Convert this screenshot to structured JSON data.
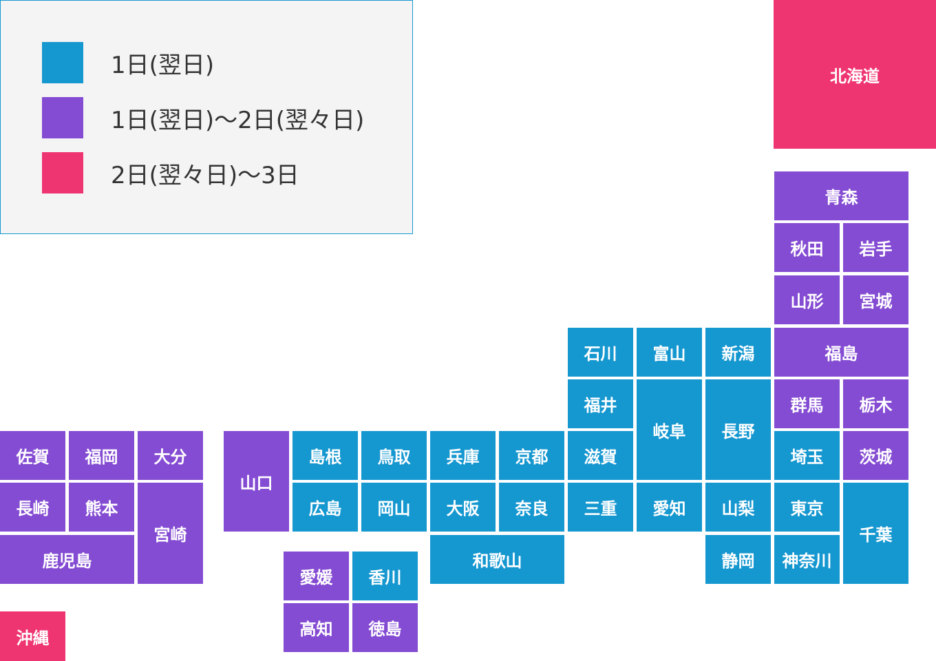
{
  "legend": [
    {
      "label": "1日(翌日)",
      "color": "#1597d0"
    },
    {
      "label": "1日(翌日)〜2日(翌々日)",
      "color": "#844bd3"
    },
    {
      "label": "2日(翌々日)〜3日",
      "color": "#ef3472"
    }
  ],
  "prefectures": [
    {
      "name": "北海道",
      "category": 3
    },
    {
      "name": "青森",
      "category": 2
    },
    {
      "name": "秋田",
      "category": 2
    },
    {
      "name": "岩手",
      "category": 2
    },
    {
      "name": "山形",
      "category": 2
    },
    {
      "name": "宮城",
      "category": 2
    },
    {
      "name": "石川",
      "category": 1
    },
    {
      "name": "富山",
      "category": 1
    },
    {
      "name": "新潟",
      "category": 1
    },
    {
      "name": "福島",
      "category": 2
    },
    {
      "name": "福井",
      "category": 1
    },
    {
      "name": "岐阜",
      "category": 1
    },
    {
      "name": "長野",
      "category": 1
    },
    {
      "name": "群馬",
      "category": 2
    },
    {
      "name": "栃木",
      "category": 2
    },
    {
      "name": "佐賀",
      "category": 2
    },
    {
      "name": "福岡",
      "category": 2
    },
    {
      "name": "大分",
      "category": 2
    },
    {
      "name": "山口",
      "category": 2
    },
    {
      "name": "島根",
      "category": 1
    },
    {
      "name": "鳥取",
      "category": 1
    },
    {
      "name": "兵庫",
      "category": 1
    },
    {
      "name": "京都",
      "category": 1
    },
    {
      "name": "滋賀",
      "category": 1
    },
    {
      "name": "埼玉",
      "category": 1
    },
    {
      "name": "茨城",
      "category": 2
    },
    {
      "name": "長崎",
      "category": 2
    },
    {
      "name": "熊本",
      "category": 2
    },
    {
      "name": "宮崎",
      "category": 2
    },
    {
      "name": "広島",
      "category": 1
    },
    {
      "name": "岡山",
      "category": 1
    },
    {
      "name": "大阪",
      "category": 1
    },
    {
      "name": "奈良",
      "category": 1
    },
    {
      "name": "三重",
      "category": 1
    },
    {
      "name": "愛知",
      "category": 1
    },
    {
      "name": "山梨",
      "category": 1
    },
    {
      "name": "東京",
      "category": 1
    },
    {
      "name": "千葉",
      "category": 1
    },
    {
      "name": "鹿児島",
      "category": 2
    },
    {
      "name": "和歌山",
      "category": 1
    },
    {
      "name": "静岡",
      "category": 1
    },
    {
      "name": "神奈川",
      "category": 1
    },
    {
      "name": "愛媛",
      "category": 2
    },
    {
      "name": "香川",
      "category": 1
    },
    {
      "name": "高知",
      "category": 2
    },
    {
      "name": "徳島",
      "category": 2
    },
    {
      "name": "沖縄",
      "category": 3
    }
  ]
}
